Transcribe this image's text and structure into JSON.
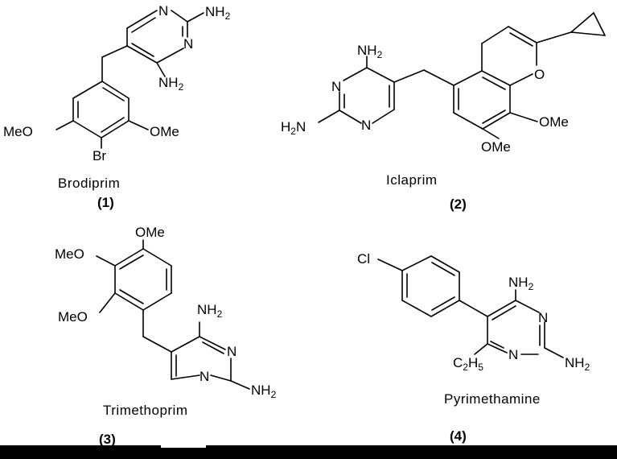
{
  "compounds": [
    {
      "name": "Brodiprim",
      "number": "(1)",
      "atoms": {
        "n1": "N",
        "nh2_top": "NH",
        "nh2_top_sub": "2",
        "n3": "N",
        "nh2_bottom": "NH",
        "nh2_bottom_sub": "2",
        "meo_left": "MeO",
        "ome_right": "OMe",
        "br": "Br"
      }
    },
    {
      "name": "Iclaprim",
      "number": "(2)",
      "atoms": {
        "nh2_top": "NH",
        "nh2_top_sub": "2",
        "n1": "N",
        "n3": "N",
        "h2n": "H",
        "h2n_sub": "2",
        "h2n_n": "N",
        "o_ring": "O",
        "ome_right": "OMe",
        "ome_bottom": "OMe"
      }
    },
    {
      "name": "Trimethoprim",
      "number": "(3)",
      "atoms": {
        "ome_top": "OMe",
        "meo_mid": "MeO",
        "meo_low": "MeO",
        "nh2_top": "NH",
        "nh2_top_sub": "2",
        "n1": "N",
        "n3": "N",
        "nh2_right": "NH",
        "nh2_right_sub": "2"
      }
    },
    {
      "name": "Pyrimethamine",
      "number": "(4)",
      "atoms": {
        "cl": "Cl",
        "nh2_top": "NH",
        "nh2_top_sub": "2",
        "n1": "N",
        "n3": "N",
        "nh2_right": "NH",
        "nh2_right_sub": "2",
        "c2h5_c": "C",
        "c2h5_2": "2",
        "c2h5_h": "H",
        "c2h5_5": "5"
      }
    }
  ]
}
